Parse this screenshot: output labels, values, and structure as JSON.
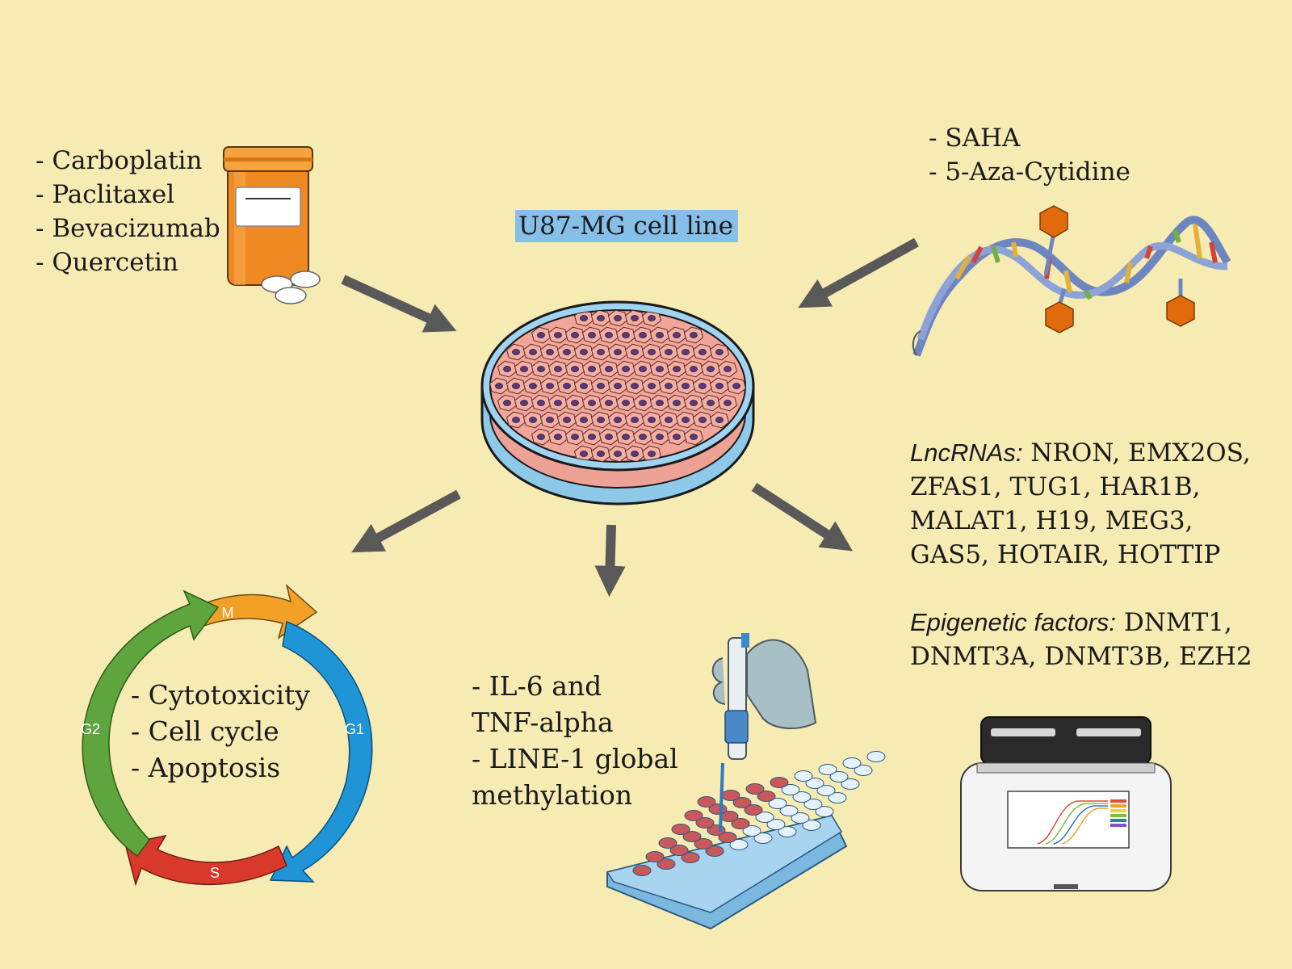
{
  "chemo_drugs": [
    "- Carboplatin",
    "- Paclitaxel",
    "- Bevacizumab",
    "- Quercetin"
  ],
  "epigenetic_drugs": [
    "- SAHA",
    "- 5-Aza-Cytidine"
  ],
  "cell_line_label": "U87-MG cell line",
  "cell_cycle": {
    "phases": {
      "m": "M",
      "g1": "G1",
      "s": "S",
      "g2": "G2"
    },
    "outcomes": [
      "- Cytotoxicity",
      "- Cell cycle",
      "- Apoptosis"
    ]
  },
  "assays": [
    "- IL-6 and",
    "TNF-alpha",
    "- LINE-1 global",
    "methylation"
  ],
  "lncrnas": {
    "heading": "LncRNAs:",
    "first_line": " NRON, EMX2OS,",
    "lines": [
      "ZFAS1, TUG1, HAR1B,",
      "MALAT1, H19, MEG3,",
      "GAS5, HOTAIR, HOTTIP"
    ]
  },
  "epigenetic_factors": {
    "heading": "Epigenetic factors:",
    "first_line": " DNMT1,",
    "lines": [
      "DNMT3A, DNMT3B, EZH2"
    ]
  },
  "colors": {
    "background": "#f7ebb4",
    "arrow": "#595959",
    "label_highlight": "#86c0e8",
    "phase_m": "#f2a126",
    "phase_g1": "#1f94d6",
    "phase_s": "#d9392b",
    "phase_g2": "#5fa53d"
  }
}
